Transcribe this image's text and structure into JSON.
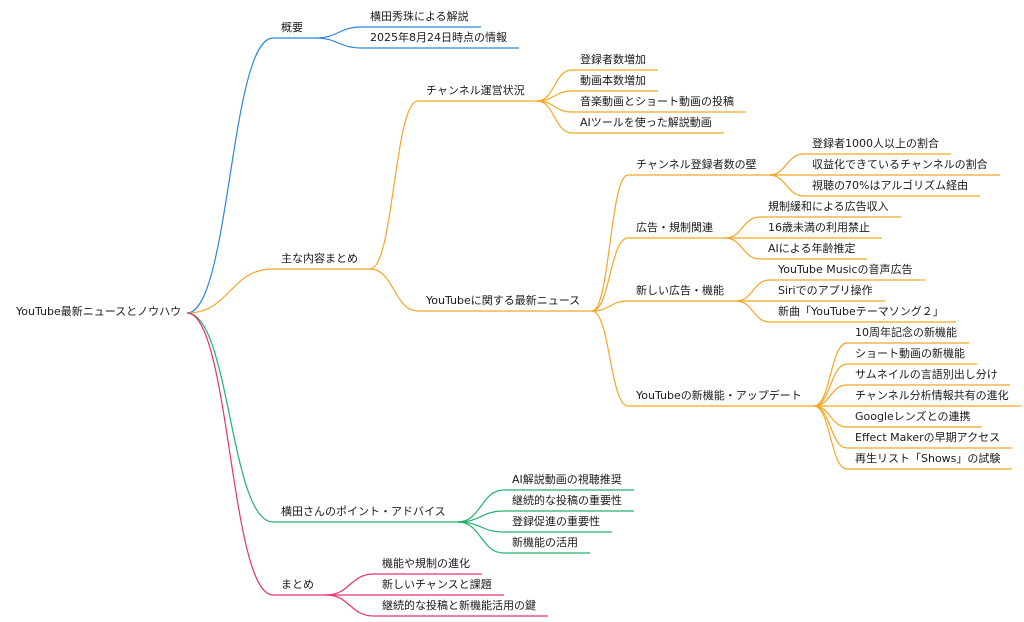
{
  "colors": {
    "overview": "#2e86de",
    "contents": "#f5a623",
    "advice": "#1fb36b",
    "summary": "#e8336e"
  },
  "root": {
    "label": "YouTube最新ニュースとノウハウ"
  },
  "overview": {
    "label": "概要",
    "children": [
      "横田秀珠による解説",
      "2025年8月24日時点の情報"
    ]
  },
  "contents": {
    "label": "主な内容まとめ",
    "channel_status": {
      "label": "チャンネル運営状況",
      "children": [
        "登録者数増加",
        "動画本数増加",
        "音楽動画とショート動画の投稿",
        "AIツールを使った解説動画"
      ]
    },
    "news": {
      "label": "YouTubeに関する最新ニュース",
      "subscriber_wall": {
        "label": "チャンネル登録者数の壁",
        "children": [
          "登録者1000人以上の割合",
          "収益化できているチャンネルの割合",
          "視聴の70%はアルゴリズム経由"
        ]
      },
      "ads_regulation": {
        "label": "広告・規制関連",
        "children": [
          "規制緩和による広告収入",
          "16歳未満の利用禁止",
          "AIによる年齢推定"
        ]
      },
      "new_ads": {
        "label": "新しい広告・機能",
        "children": [
          "YouTube Musicの音声広告",
          "Siriでのアプリ操作",
          "新曲「YouTubeテーマソング２」"
        ]
      },
      "new_features": {
        "label": "YouTubeの新機能・アップデート",
        "children": [
          "10周年記念の新機能",
          "ショート動画の新機能",
          "サムネイルの言語別出し分け",
          "チャンネル分析情報共有の進化",
          "Googleレンズとの連携",
          "Effect Makerの早期アクセス",
          "再生リスト「Shows」の試験"
        ]
      }
    }
  },
  "advice": {
    "label": "横田さんのポイント・アドバイス",
    "children": [
      "AI解説動画の視聴推奨",
      "継続的な投稿の重要性",
      "登録促進の重要性",
      "新機能の活用"
    ]
  },
  "summary": {
    "label": "まとめ",
    "children": [
      "機能や規制の進化",
      "新しいチャンスと課題",
      "継続的な投稿と新機能活用の鍵"
    ]
  }
}
